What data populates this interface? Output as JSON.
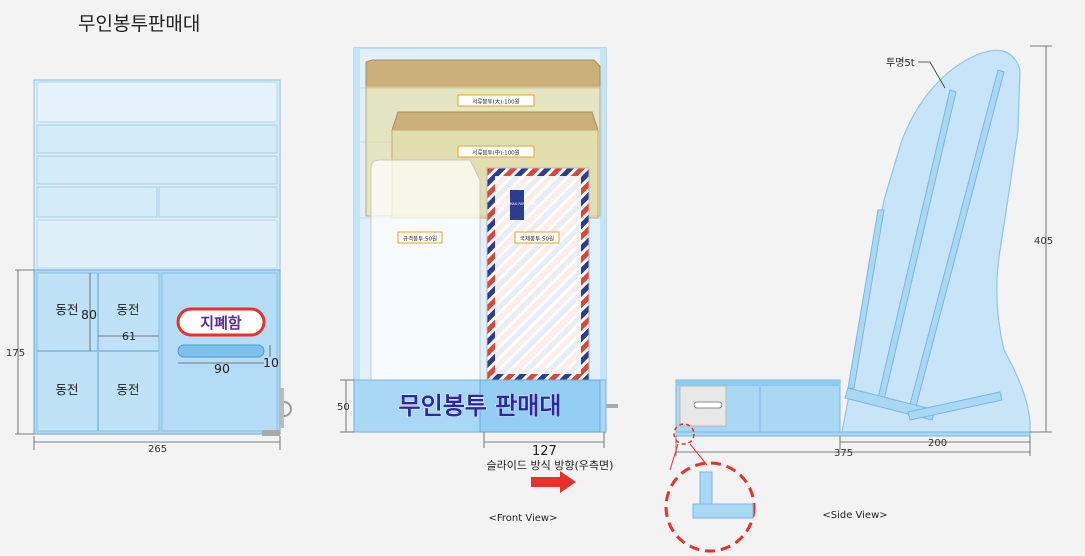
{
  "title": "무인봉투판매대",
  "left": {
    "coin_labels": [
      "동전",
      "동전",
      "동전",
      "동전"
    ],
    "sign": "지폐함",
    "dims": {
      "height": "175",
      "width": "265",
      "coin_h": "80",
      "coin_w": "61",
      "slot_w": "90",
      "slot_h": "10"
    }
  },
  "front": {
    "envelope_labels": [
      "서류봉투(大):100원",
      "서류봉투(中):100원",
      "규격봉투:50원",
      "국제봉투:50원"
    ],
    "airmail_tag": "BY AIR MAIL PAR AVION",
    "banner": "무인봉투 판매대",
    "dims": {
      "base_h": "50",
      "width": "127"
    },
    "slide_note": "슬라이드 방식 방향(우측면)",
    "caption": "<Front View>"
  },
  "side": {
    "material": "투명5t",
    "dims": {
      "height": "405",
      "depth": "200",
      "total": "375"
    },
    "caption": "<Side View>"
  },
  "colors": {
    "panel": "#a9d8f5",
    "panel_light": "#d8eefb",
    "stroke": "#7fb6dd",
    "dim": "#555555",
    "accent": "#e8312b",
    "banner_text": "#2a2a9e"
  }
}
